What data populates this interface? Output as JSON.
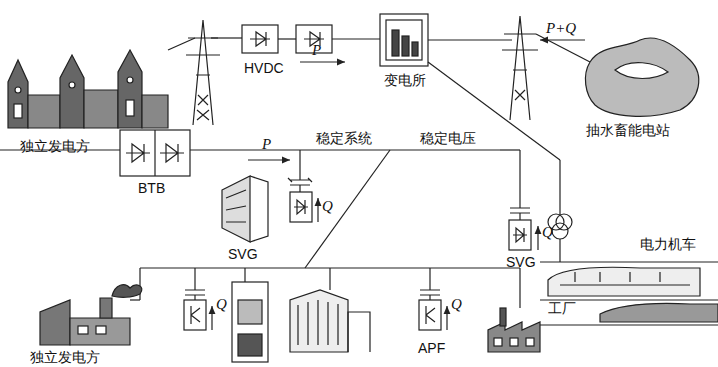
{
  "diagram": {
    "labels": [
      "独立发电方",
      "HVDC",
      "P",
      "变电所",
      "P+Q",
      "抽水畜能电站",
      "BTB",
      "P",
      "稳定系统",
      "稳定电压",
      "SVG",
      "Q",
      "Q",
      "SVG",
      "电力机车",
      "Q",
      "Q",
      "工厂",
      "独立发电方",
      "APF"
    ]
  }
}
